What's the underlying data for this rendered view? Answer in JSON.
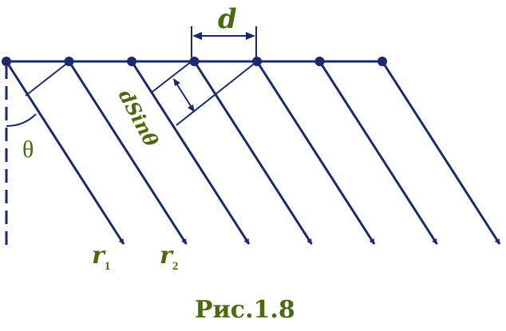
{
  "labels": {
    "spacing": "d",
    "path_difference": "dSinθ",
    "angle": "θ",
    "ray1_letter": "r",
    "ray1_sub": "1",
    "ray2_letter": "r",
    "ray2_sub": "2",
    "caption": "Рис.1.8"
  },
  "colors": {
    "lines": "#1a2a6c",
    "labels": "#4a6a10"
  },
  "rays": {
    "count": 7
  }
}
